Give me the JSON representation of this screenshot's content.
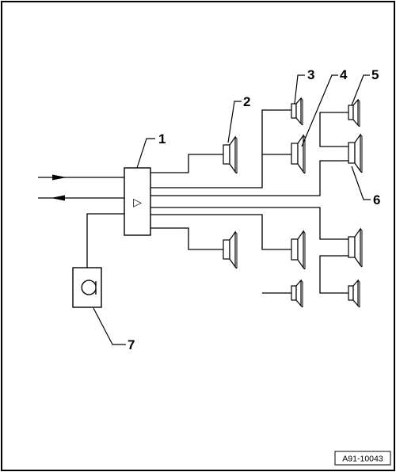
{
  "diagram": {
    "amplifier_symbol": "▷",
    "callouts": {
      "amplifier": "1",
      "speaker_2": "2",
      "speaker_3": "3",
      "speaker_4": "4",
      "speaker_5": "5",
      "speaker_6": "6",
      "component_7": "7"
    },
    "reference_code": "A91-10043"
  }
}
